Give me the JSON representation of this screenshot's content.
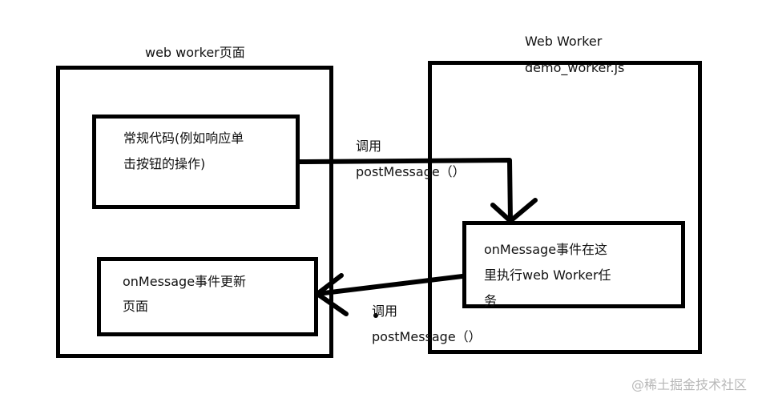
{
  "page_box": {
    "title": "web worker页面",
    "regular_code": {
      "line1": "常规代码(例如响应单",
      "line2": "击按钮的操作)"
    },
    "onmessage_update": {
      "line1": "onMessage事件更新",
      "line2": "页面"
    }
  },
  "worker_box": {
    "title_line1": "Web Worker",
    "title_line2": "demo_worker.js",
    "onmessage_exec": {
      "line1": "onMessage事件在这",
      "line2": "里执行web Worker任",
      "line3": "务"
    }
  },
  "arrows": {
    "to_worker": {
      "label1": "调用",
      "label2": "postMessage（）"
    },
    "to_page": {
      "label1": "调用",
      "label2": "postMessage（）"
    }
  },
  "watermark": "@稀土掘金技术社区"
}
